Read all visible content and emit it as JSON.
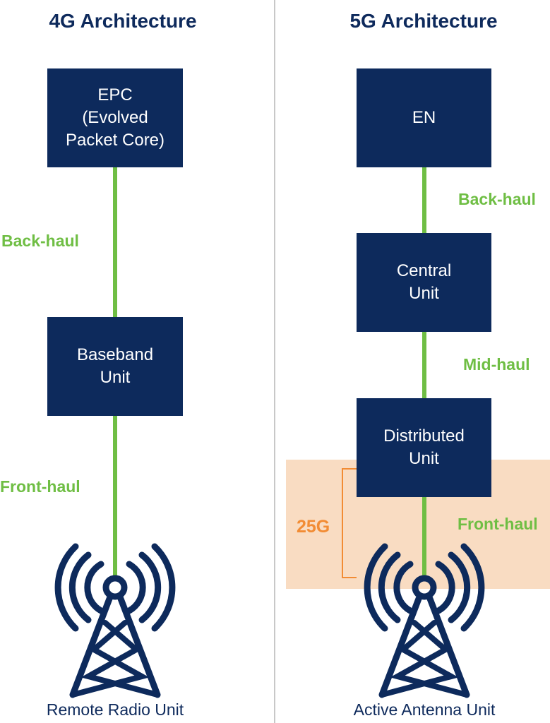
{
  "left": {
    "title": "4G Architecture",
    "boxes": [
      {
        "lines": [
          "EPC",
          "(Evolved",
          "Packet Core)"
        ]
      },
      {
        "lines": [
          "Baseband",
          "Unit"
        ]
      }
    ],
    "links": [
      "Back-haul",
      "Front-haul"
    ],
    "caption": "Remote Radio Unit"
  },
  "right": {
    "title": "5G Architecture",
    "boxes": [
      {
        "lines": [
          "EN"
        ]
      },
      {
        "lines": [
          "Central",
          "Unit"
        ]
      },
      {
        "lines": [
          "Distributed",
          "Unit"
        ]
      }
    ],
    "links": [
      "Back-haul",
      "Mid-haul",
      "Front-haul"
    ],
    "rate": "25G",
    "caption": "Active Antenna Unit"
  },
  "colors": {
    "box": "#0d2a5c",
    "link": "#6fbe44",
    "highlight": "#f9dcc2",
    "accent": "#f28c34",
    "title": "#0e2a5c"
  },
  "icons": [
    "radio-tower-icon",
    "radio-tower-icon"
  ]
}
